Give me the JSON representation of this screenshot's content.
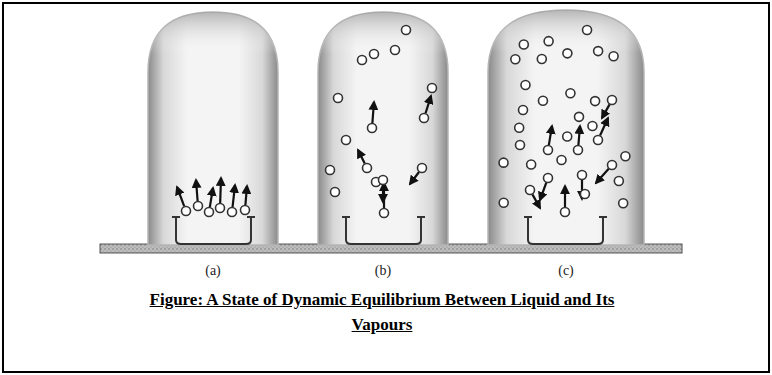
{
  "diagram": {
    "caption": "Figure: A State of Dynamic Equilibrium Between Liquid and Its Vapours",
    "labels": [
      "(a)",
      "(b)",
      "(c)"
    ]
  }
}
